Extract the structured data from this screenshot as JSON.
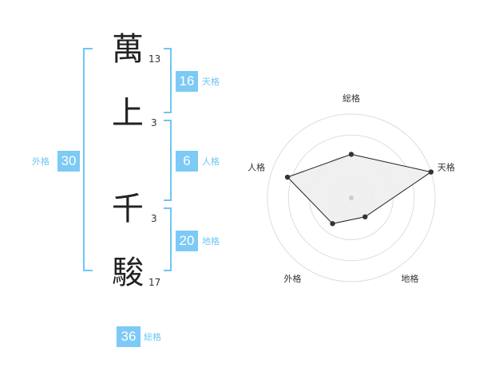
{
  "name": {
    "chars": [
      {
        "char": "萬",
        "strokes": "13"
      },
      {
        "char": "上",
        "strokes": "3"
      },
      {
        "char": "千",
        "strokes": "3"
      },
      {
        "char": "駿",
        "strokes": "17"
      }
    ]
  },
  "fortunes": {
    "tenkaku": {
      "value": "16",
      "label": "天格"
    },
    "jinkaku": {
      "value": "6",
      "label": "人格"
    },
    "chikaku": {
      "value": "20",
      "label": "地格"
    },
    "gaikaku": {
      "value": "30",
      "label": "外格"
    },
    "soukaku": {
      "value": "36",
      "label": "総格"
    }
  },
  "chart_data": {
    "type": "radar",
    "axes": [
      "総格",
      "天格",
      "地格",
      "外格",
      "人格"
    ],
    "max": 5,
    "values": [
      2.6,
      5.0,
      1.4,
      1.9,
      4.0
    ],
    "rings": 4
  },
  "colors": {
    "accent": "#7ccaf5",
    "bracket": "#6ec6f2",
    "radar_fill": "#eeeeee",
    "radar_line": "#222222"
  }
}
